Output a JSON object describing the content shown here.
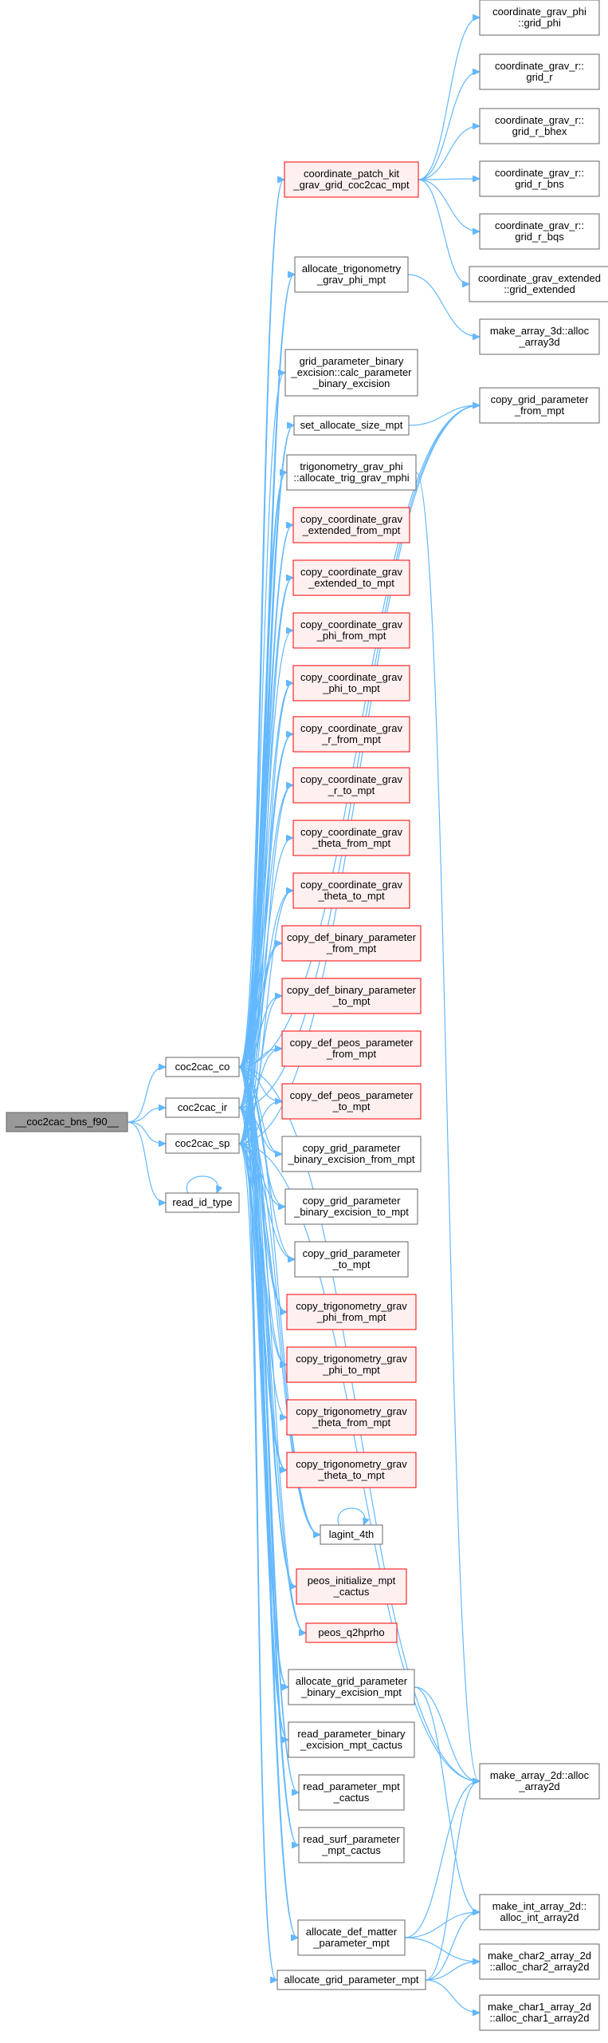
{
  "graph": {
    "colors": {
      "edge": "#63b8ff",
      "node_border": "#666666",
      "highlight_border": "#ff0000",
      "highlight_fill": "#fff0f0",
      "root_fill": "#999999"
    },
    "nodes": [
      {
        "id": "root",
        "lines": [
          "__coc2cac_bns_f90__"
        ],
        "style": "root"
      },
      {
        "id": "coc2cac_co",
        "lines": [
          "coc2cac_co"
        ],
        "style": "plain"
      },
      {
        "id": "coc2cac_ir",
        "lines": [
          "coc2cac_ir"
        ],
        "style": "plain"
      },
      {
        "id": "coc2cac_sp",
        "lines": [
          "coc2cac_sp"
        ],
        "style": "plain"
      },
      {
        "id": "read_id_type",
        "lines": [
          "read_id_type"
        ],
        "style": "plain"
      },
      {
        "id": "cpk",
        "lines": [
          "coordinate_patch_kit",
          "_grav_grid_coc2cac_mpt"
        ],
        "style": "red"
      },
      {
        "id": "atgp",
        "lines": [
          "allocate_trigonometry",
          "_grav_phi_mpt"
        ],
        "style": "plain"
      },
      {
        "id": "gpbe",
        "lines": [
          "grid_parameter_binary",
          "_excision::calc_parameter",
          "_binary_excision"
        ],
        "style": "plain"
      },
      {
        "id": "sasm",
        "lines": [
          "set_allocate_size_mpt"
        ],
        "style": "plain"
      },
      {
        "id": "tgp",
        "lines": [
          "trigonometry_grav_phi",
          "::allocate_trig_grav_mphi"
        ],
        "style": "plain"
      },
      {
        "id": "ccgef",
        "lines": [
          "copy_coordinate_grav",
          "_extended_from_mpt"
        ],
        "style": "red"
      },
      {
        "id": "ccget",
        "lines": [
          "copy_coordinate_grav",
          "_extended_to_mpt"
        ],
        "style": "red"
      },
      {
        "id": "ccgpf",
        "lines": [
          "copy_coordinate_grav",
          "_phi_from_mpt"
        ],
        "style": "red"
      },
      {
        "id": "ccgpt",
        "lines": [
          "copy_coordinate_grav",
          "_phi_to_mpt"
        ],
        "style": "red"
      },
      {
        "id": "ccgrf",
        "lines": [
          "copy_coordinate_grav",
          "_r_from_mpt"
        ],
        "style": "red"
      },
      {
        "id": "ccgrt",
        "lines": [
          "copy_coordinate_grav",
          "_r_to_mpt"
        ],
        "style": "red"
      },
      {
        "id": "ccgtf",
        "lines": [
          "copy_coordinate_grav",
          "_theta_from_mpt"
        ],
        "style": "red"
      },
      {
        "id": "ccgtt",
        "lines": [
          "copy_coordinate_grav",
          "_theta_to_mpt"
        ],
        "style": "red"
      },
      {
        "id": "cdbpf",
        "lines": [
          "copy_def_binary_parameter",
          "_from_mpt"
        ],
        "style": "red"
      },
      {
        "id": "cdbpt",
        "lines": [
          "copy_def_binary_parameter",
          "_to_mpt"
        ],
        "style": "red"
      },
      {
        "id": "cdppf",
        "lines": [
          "copy_def_peos_parameter",
          "_from_mpt"
        ],
        "style": "red"
      },
      {
        "id": "cdppt",
        "lines": [
          "copy_def_peos_parameter",
          "_to_mpt"
        ],
        "style": "red"
      },
      {
        "id": "cgpbef",
        "lines": [
          "copy_grid_parameter",
          "_binary_excision_from_mpt"
        ],
        "style": "plain"
      },
      {
        "id": "cgpbet",
        "lines": [
          "copy_grid_parameter",
          "_binary_excision_to_mpt"
        ],
        "style": "plain"
      },
      {
        "id": "cgpt",
        "lines": [
          "copy_grid_parameter",
          "_to_mpt"
        ],
        "style": "plain"
      },
      {
        "id": "ctgpf",
        "lines": [
          "copy_trigonometry_grav",
          "_phi_from_mpt"
        ],
        "style": "red"
      },
      {
        "id": "ctgpt",
        "lines": [
          "copy_trigonometry_grav",
          "_phi_to_mpt"
        ],
        "style": "red"
      },
      {
        "id": "ctgtf",
        "lines": [
          "copy_trigonometry_grav",
          "_theta_from_mpt"
        ],
        "style": "red"
      },
      {
        "id": "ctgtt",
        "lines": [
          "copy_trigonometry_grav",
          "_theta_to_mpt"
        ],
        "style": "red"
      },
      {
        "id": "lagint",
        "lines": [
          "lagint_4th"
        ],
        "style": "plain"
      },
      {
        "id": "pimc",
        "lines": [
          "peos_initialize_mpt",
          "_cactus"
        ],
        "style": "red"
      },
      {
        "id": "pq2",
        "lines": [
          "peos_q2hprho"
        ],
        "style": "red"
      },
      {
        "id": "agpbe",
        "lines": [
          "allocate_grid_parameter",
          "_binary_excision_mpt"
        ],
        "style": "plain"
      },
      {
        "id": "rpbe",
        "lines": [
          "read_parameter_binary",
          "_excision_mpt_cactus"
        ],
        "style": "plain"
      },
      {
        "id": "rpmc",
        "lines": [
          "read_parameter_mpt",
          "_cactus"
        ],
        "style": "plain"
      },
      {
        "id": "rspm",
        "lines": [
          "read_surf_parameter",
          "_mpt_cactus"
        ],
        "style": "plain"
      },
      {
        "id": "adm",
        "lines": [
          "allocate_def_matter",
          "_parameter_mpt"
        ],
        "style": "plain"
      },
      {
        "id": "agp",
        "lines": [
          "allocate_grid_parameter_mpt"
        ],
        "style": "plain"
      },
      {
        "id": "cgphi",
        "lines": [
          "coordinate_grav_phi",
          "::grid_phi"
        ],
        "style": "plain"
      },
      {
        "id": "cgr",
        "lines": [
          "coordinate_grav_r::",
          "grid_r"
        ],
        "style": "plain"
      },
      {
        "id": "cgrbhex",
        "lines": [
          "coordinate_grav_r::",
          "grid_r_bhex"
        ],
        "style": "plain"
      },
      {
        "id": "cgrbns",
        "lines": [
          "coordinate_grav_r::",
          "grid_r_bns"
        ],
        "style": "plain"
      },
      {
        "id": "cgrbqs",
        "lines": [
          "coordinate_grav_r::",
          "grid_r_bqs"
        ],
        "style": "plain"
      },
      {
        "id": "cgext",
        "lines": [
          "coordinate_grav_extended",
          "::grid_extended"
        ],
        "style": "plain"
      },
      {
        "id": "ma3d",
        "lines": [
          "make_array_3d::alloc",
          "_array3d"
        ],
        "style": "plain"
      },
      {
        "id": "cgpf",
        "lines": [
          "copy_grid_parameter",
          "_from_mpt"
        ],
        "style": "plain"
      },
      {
        "id": "ma2d",
        "lines": [
          "make_array_2d::alloc",
          "_array2d"
        ],
        "style": "plain"
      },
      {
        "id": "mia2d",
        "lines": [
          "make_int_array_2d::",
          "alloc_int_array2d"
        ],
        "style": "plain"
      },
      {
        "id": "mc2a",
        "lines": [
          "make_char2_array_2d",
          "::alloc_char2_array2d"
        ],
        "style": "plain"
      },
      {
        "id": "mc1a",
        "lines": [
          "make_char1_array_2d",
          "::alloc_char1_array2d"
        ],
        "style": "plain"
      }
    ],
    "edges": [
      [
        "root",
        "coc2cac_co"
      ],
      [
        "root",
        "coc2cac_ir"
      ],
      [
        "root",
        "coc2cac_sp"
      ],
      [
        "root",
        "read_id_type"
      ],
      [
        "read_id_type",
        "read_id_type"
      ],
      [
        "coc2cac_co",
        "cpk"
      ],
      [
        "coc2cac_co",
        "atgp"
      ],
      [
        "coc2cac_co",
        "gpbe"
      ],
      [
        "coc2cac_co",
        "sasm"
      ],
      [
        "coc2cac_co",
        "tgp"
      ],
      [
        "coc2cac_co",
        "ccgef"
      ],
      [
        "coc2cac_co",
        "ccget"
      ],
      [
        "coc2cac_co",
        "ccgpf"
      ],
      [
        "coc2cac_co",
        "ccgpt"
      ],
      [
        "coc2cac_co",
        "ccgrf"
      ],
      [
        "coc2cac_co",
        "ccgrt"
      ],
      [
        "coc2cac_co",
        "ccgtf"
      ],
      [
        "coc2cac_co",
        "ccgtt"
      ],
      [
        "coc2cac_co",
        "cdbpf"
      ],
      [
        "coc2cac_co",
        "cdbpt"
      ],
      [
        "coc2cac_co",
        "cdppf"
      ],
      [
        "coc2cac_co",
        "cdppt"
      ],
      [
        "coc2cac_co",
        "cgpbef"
      ],
      [
        "coc2cac_co",
        "cgpbet"
      ],
      [
        "coc2cac_co",
        "cgpt"
      ],
      [
        "coc2cac_co",
        "ctgpf"
      ],
      [
        "coc2cac_co",
        "ctgpt"
      ],
      [
        "coc2cac_co",
        "ctgtf"
      ],
      [
        "coc2cac_co",
        "ctgtt"
      ],
      [
        "coc2cac_co",
        "lagint"
      ],
      [
        "coc2cac_co",
        "pimc"
      ],
      [
        "coc2cac_co",
        "pq2"
      ],
      [
        "coc2cac_co",
        "agpbe"
      ],
      [
        "coc2cac_co",
        "rpbe"
      ],
      [
        "coc2cac_co",
        "rpmc"
      ],
      [
        "coc2cac_co",
        "rspm"
      ],
      [
        "coc2cac_co",
        "adm"
      ],
      [
        "coc2cac_co",
        "agp"
      ],
      [
        "coc2cac_co",
        "cgpf"
      ],
      [
        "coc2cac_co",
        "ma2d"
      ],
      [
        "coc2cac_ir",
        "cpk"
      ],
      [
        "coc2cac_ir",
        "atgp"
      ],
      [
        "coc2cac_ir",
        "sasm"
      ],
      [
        "coc2cac_ir",
        "tgp"
      ],
      [
        "coc2cac_ir",
        "ccgef"
      ],
      [
        "coc2cac_ir",
        "ccgrf"
      ],
      [
        "coc2cac_ir",
        "cdbpf"
      ],
      [
        "coc2cac_ir",
        "cdppf"
      ],
      [
        "coc2cac_ir",
        "cgpbef"
      ],
      [
        "coc2cac_ir",
        "ctgpf"
      ],
      [
        "coc2cac_ir",
        "lagint"
      ],
      [
        "coc2cac_ir",
        "pimc"
      ],
      [
        "coc2cac_ir",
        "agpbe"
      ],
      [
        "coc2cac_ir",
        "rpmc"
      ],
      [
        "coc2cac_ir",
        "adm"
      ],
      [
        "coc2cac_ir",
        "agp"
      ],
      [
        "coc2cac_ir",
        "cgpf"
      ],
      [
        "coc2cac_sp",
        "cpk"
      ],
      [
        "coc2cac_sp",
        "atgp"
      ],
      [
        "coc2cac_sp",
        "sasm"
      ],
      [
        "coc2cac_sp",
        "tgp"
      ],
      [
        "coc2cac_sp",
        "ccget"
      ],
      [
        "coc2cac_sp",
        "ccgpt"
      ],
      [
        "coc2cac_sp",
        "ccgrt"
      ],
      [
        "coc2cac_sp",
        "ccgtt"
      ],
      [
        "coc2cac_sp",
        "cdbpt"
      ],
      [
        "coc2cac_sp",
        "cdppt"
      ],
      [
        "coc2cac_sp",
        "cgpbet"
      ],
      [
        "coc2cac_sp",
        "cgpt"
      ],
      [
        "coc2cac_sp",
        "ctgpt"
      ],
      [
        "coc2cac_sp",
        "ctgtt"
      ],
      [
        "coc2cac_sp",
        "lagint"
      ],
      [
        "coc2cac_sp",
        "pq2"
      ],
      [
        "coc2cac_sp",
        "agpbe"
      ],
      [
        "coc2cac_sp",
        "rpbe"
      ],
      [
        "coc2cac_sp",
        "rspm"
      ],
      [
        "coc2cac_sp",
        "adm"
      ],
      [
        "coc2cac_sp",
        "agp"
      ],
      [
        "coc2cac_sp",
        "cgpf"
      ],
      [
        "coc2cac_sp",
        "ma2d"
      ],
      [
        "cpk",
        "cgphi"
      ],
      [
        "cpk",
        "cgr"
      ],
      [
        "cpk",
        "cgrbhex"
      ],
      [
        "cpk",
        "cgrbns"
      ],
      [
        "cpk",
        "cgrbqs"
      ],
      [
        "cpk",
        "cgext"
      ],
      [
        "atgp",
        "ma3d"
      ],
      [
        "sasm",
        "cgpf"
      ],
      [
        "tgp",
        "ma2d"
      ],
      [
        "lagint",
        "lagint"
      ],
      [
        "agpbe",
        "ma2d"
      ],
      [
        "agpbe",
        "mia2d"
      ],
      [
        "adm",
        "ma2d"
      ],
      [
        "adm",
        "mia2d"
      ],
      [
        "adm",
        "mc2a"
      ],
      [
        "agp",
        "ma2d"
      ],
      [
        "agp",
        "mia2d"
      ],
      [
        "agp",
        "mc2a"
      ],
      [
        "agp",
        "mc1a"
      ]
    ]
  }
}
